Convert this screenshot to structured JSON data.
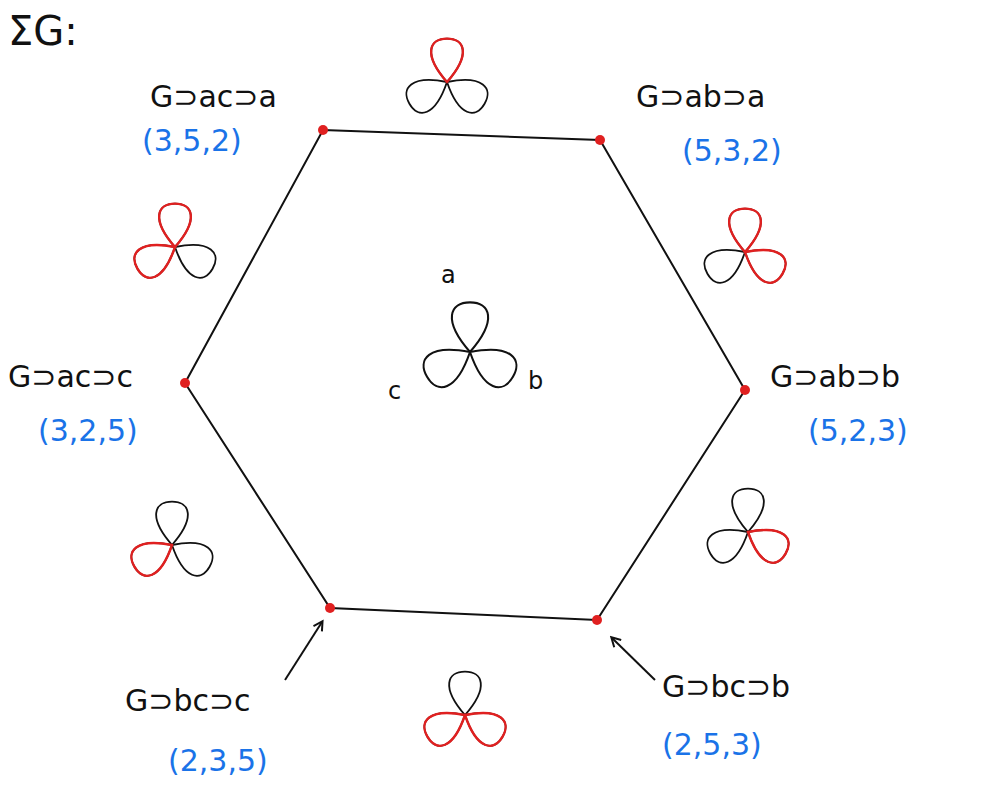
{
  "diagram": {
    "title": "ΣG:",
    "labels": [
      "G⊃ac⊃a",
      "(3,5,2)",
      "G⊃ab⊃a",
      "(5,3,2)",
      "G⊃ac⊃c",
      "(3,2,5)",
      "G⊃ab⊃b",
      "(5,2,3)",
      "G⊃bc⊃c",
      "(2,3,5)",
      "G⊃bc⊃b",
      "(2,5,3)",
      "a",
      "c",
      "b"
    ]
  }
}
